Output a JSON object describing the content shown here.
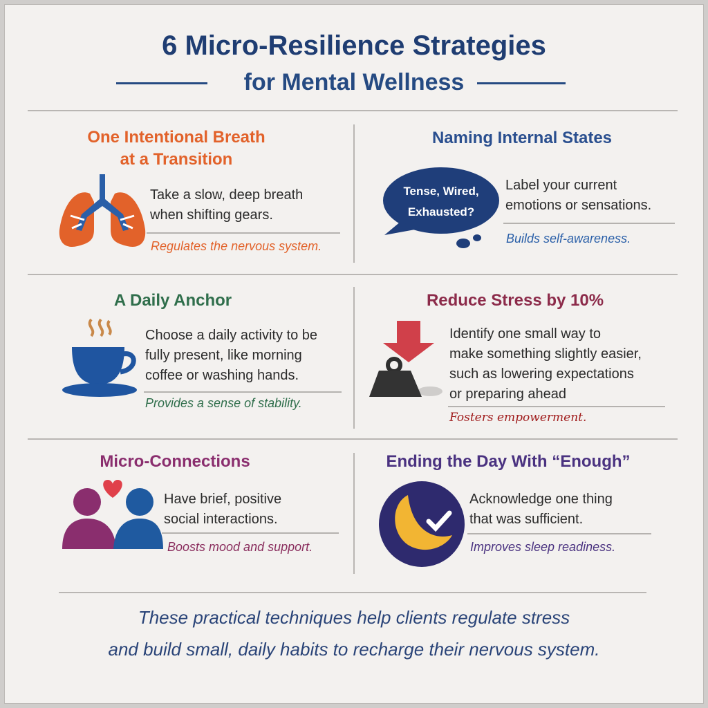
{
  "header": {
    "title": "6 Micro-Resilience Strategies",
    "subtitle": "for Mental Wellness"
  },
  "cards": [
    {
      "title_lines": [
        "One Intentional Breath",
        "at a Transition"
      ],
      "body_lines": [
        "Take a slow, deep breath",
        "when shifting gears."
      ],
      "tagline": "Regulates the nervous system.",
      "icon": "lungs-icon",
      "color": "#e2622a"
    },
    {
      "title_lines": [
        "Naming Internal States"
      ],
      "icon_text": [
        "Tense, Wired,",
        "Exhausted?"
      ],
      "body_lines": [
        "Label your current",
        "emotions or sensations."
      ],
      "tagline": "Builds self-awareness.",
      "icon": "speech-bubble-icon",
      "color": "#2a4f8f"
    },
    {
      "title_lines": [
        "A Daily Anchor"
      ],
      "body_lines": [
        "Choose a daily activity to be",
        "fully present, like morning",
        "coffee or washing hands."
      ],
      "tagline": "Provides a sense of stability.",
      "icon": "coffee-cup-icon",
      "color": "#2f6e4b"
    },
    {
      "title_lines": [
        "Reduce Stress by 10%"
      ],
      "body_lines": [
        "Identify one small way to",
        "make something slightly easier,",
        "such as lowering expectations",
        "or preparing ahead"
      ],
      "tagline": "Fosters empowerment.",
      "icon": "weight-arrow-icon",
      "color": "#8c2b4a"
    },
    {
      "title_lines": [
        "Micro-Connections"
      ],
      "body_lines": [
        "Have brief, positive",
        "social interactions."
      ],
      "tagline": "Boosts mood and support.",
      "icon": "people-heart-icon",
      "color": "#8a2e6e"
    },
    {
      "title_lines": [
        "Ending the Day With “Enough”"
      ],
      "body_lines": [
        "Acknowledge one thing",
        "that was sufficient."
      ],
      "tagline": "Improves sleep readiness.",
      "icon": "moon-check-icon",
      "color": "#4a3280"
    }
  ],
  "footer": {
    "lines": [
      "These practical techniques help clients regulate stress",
      "and build small, daily habits to recharge their nervous system."
    ]
  }
}
